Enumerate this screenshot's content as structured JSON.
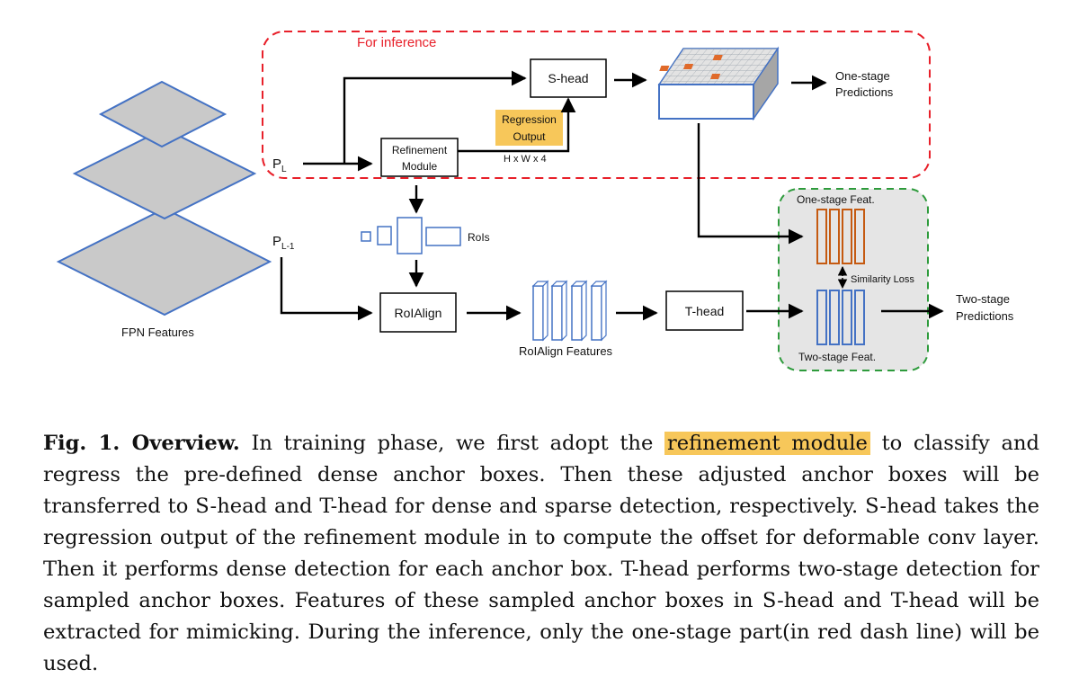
{
  "diagram": {
    "inference_label": "For inference",
    "s_head": "S-head",
    "refinement_module": [
      "Refinement",
      "Module"
    ],
    "regression_output": [
      "Regression",
      "Output"
    ],
    "regression_dims": "H x W x 4",
    "one_stage_predictions": [
      "One-stage",
      "Predictions"
    ],
    "p_l": "P",
    "p_l_sub": "L",
    "p_l1": "P",
    "p_l1_sub": "L-1",
    "fpn_features": "FPN Features",
    "rois": "RoIs",
    "roialign": "RoIAlign",
    "roialign_features": "RoIAlign Features",
    "t_head": "T-head",
    "one_stage_feat": "One-stage Feat.",
    "similarity_loss": "Similarity Loss",
    "two_stage_feat": "Two-stage Feat.",
    "two_stage_predictions": [
      "Two-stage",
      "Predictions"
    ]
  },
  "caption": {
    "label": "Fig. 1. Overview.",
    "before": "In training phase, we first adopt the",
    "highlight": "refinement module",
    "after": "to classify and regress the pre-defined dense anchor boxes. Then these adjusted anchor boxes will be transferred to S-head and T-head for dense and sparse detection, respectively. S-head takes the regression output of the refinement module in to compute the offset for deformable conv layer. Then it performs dense detection for each anchor box. T-head performs two-stage detection for sampled anchor boxes. Features of these sampled anchor boxes in S-head and T-head will be extracted for mimicking. During the inference, only the one-stage part(in red dash line) will be used."
  },
  "colors": {
    "inference_border": "#e8202a",
    "teacher_border": "#2e9b3c",
    "blue": "#4472c4",
    "orange": "#c55a11",
    "highlight": "#f7c75a",
    "grey_plane": "#c9c9c9"
  }
}
